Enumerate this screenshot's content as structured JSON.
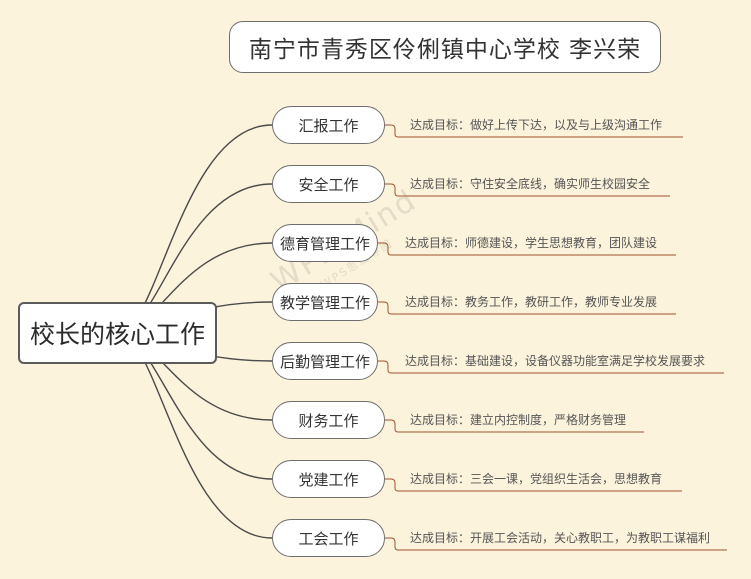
{
  "title": "南宁市青秀区伶俐镇中心学校  李兴荣",
  "root": "校长的核心工作",
  "branches": [
    {
      "label": "汇报工作",
      "target": "达成目标：做好上传下达，以及与上级沟通工作"
    },
    {
      "label": "安全工作",
      "target": "达成目标：守住安全底线，确实师生校园安全"
    },
    {
      "label": "德育管理工作",
      "target": "达成目标：师德建设，学生思想教育，团队建设"
    },
    {
      "label": "教学管理工作",
      "target": "达成目标：教务工作，教研工作，教师专业发展"
    },
    {
      "label": "后勤管理工作",
      "target": "达成目标：基础建设，设备仪器功能室满足学校发展要求"
    },
    {
      "label": "财务工作",
      "target": "达成目标：建立内控制度，严格财务管理"
    },
    {
      "label": "党建工作",
      "target": "达成目标：三会一课，党组织生活会，思想教育"
    },
    {
      "label": "工会工作",
      "target": "达成目标：开展工会活动，关心教职工，为教职工谋福利"
    }
  ],
  "watermark": {
    "main": "WPS Mind",
    "sub": "WPS思维导图"
  },
  "colors": {
    "background": "#fcf3dc",
    "line": "#4a4a4a",
    "underline": "#a0522d"
  }
}
